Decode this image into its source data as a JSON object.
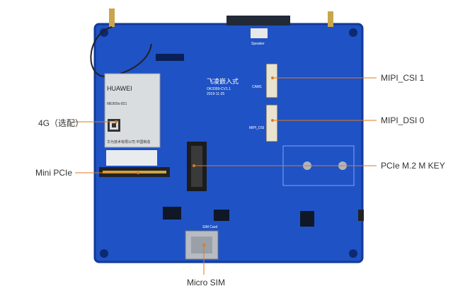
{
  "callouts": {
    "mipi_csi": "MIPI_CSI 1",
    "mipi_dsi": "MIPI_DSI 0",
    "pcie_m2": "PCIe M.2 M KEY",
    "module_4g": "4G（选配）",
    "mini_pcie": "Mini PCIe",
    "micro_sim": "Micro SIM"
  },
  "board_marks": {
    "brand": "HUAWEI",
    "model": "ME909s-821",
    "vendor_line": "华为技术有限公司 中国制造",
    "board_id": "OK3399-CV1.1",
    "date": "2019-11-25",
    "company": "飞凌嵌入式",
    "speaker": "Speaker",
    "cam": "CAM1",
    "mipi_dsi_silk": "MIPI_DSI",
    "sim_card": "SIM Card"
  },
  "colors": {
    "pcb": "#1f52c4",
    "pcb_dark": "#123a98",
    "callout_line": "#e07a1f",
    "module": "#d9dde0",
    "gold": "#c9a64a"
  }
}
